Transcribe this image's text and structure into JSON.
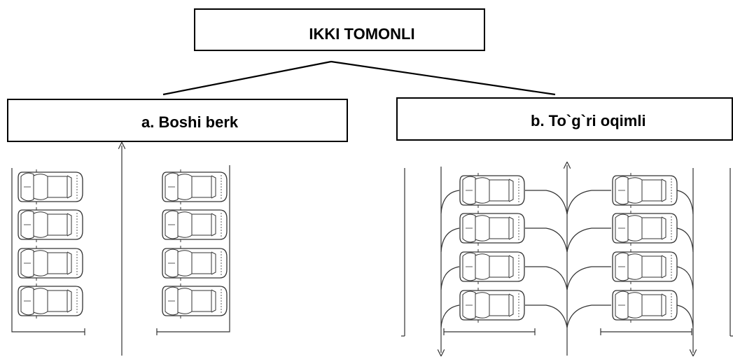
{
  "top_box": {
    "label": "IKKI TOMONLI"
  },
  "left_box": {
    "label": "a. Boshi berk"
  },
  "right_box": {
    "label": "b. To`g`ri oqimli"
  },
  "icons": {
    "car": "car-top-view-icon",
    "arrow": "flow-arrow"
  }
}
